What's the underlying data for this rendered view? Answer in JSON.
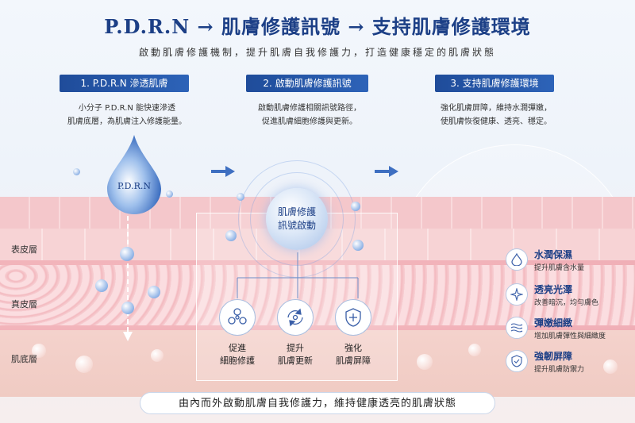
{
  "header": {
    "title": "P.D.R.N → 肌膚修護訊號 → 支持肌膚修護環境",
    "subtitle": "啟動肌膚修護機制，提升肌膚自我修護力，打造健康穩定的肌膚狀態"
  },
  "steps": [
    {
      "label": "1. P.D.R.N 滲透肌膚",
      "desc_line1": "小分子 P.D.R.N 能快速滲透",
      "desc_line2": "肌膚底層，為肌膚注入修護能量。"
    },
    {
      "label": "2. 啟動肌膚修護訊號",
      "desc_line1": "啟動肌膚修護相關訊號路徑，",
      "desc_line2": "促進肌膚細胞修護與更新。"
    },
    {
      "label": "3. 支持肌膚修護環境",
      "desc_line1": "強化肌膚屏障，維持水潤彈嫩，",
      "desc_line2": "使肌膚恢復健康、透亮、穩定。"
    }
  ],
  "drop_label": "P.D.R.N",
  "layers": [
    "表皮層",
    "真皮層",
    "肌底層"
  ],
  "signal": {
    "line1": "肌膚修護",
    "line2": "訊號啟動"
  },
  "actions": [
    {
      "icon": "cells-icon",
      "line1": "促進",
      "line2": "細胞修護"
    },
    {
      "icon": "renew-cycle-icon",
      "line1": "提升",
      "line2": "肌膚更新"
    },
    {
      "icon": "shield-plus-icon",
      "line1": "強化",
      "line2": "肌膚屏障"
    }
  ],
  "benefits": [
    {
      "icon": "water-drop-icon",
      "title": "水潤保濕",
      "sub": "提升肌膚含水量"
    },
    {
      "icon": "sparkle-icon",
      "title": "透亮光澤",
      "sub": "改善暗沉，均勻膚色"
    },
    {
      "icon": "wave-lines-icon",
      "title": "彈嫩細緻",
      "sub": "增加肌膚彈性與細緻度"
    },
    {
      "icon": "shield-check-icon",
      "title": "強韌屏障",
      "sub": "提升肌膚防禦力"
    }
  ],
  "footer": "由內而外啟動肌膚自我修護力，維持健康透亮的肌膚狀態",
  "colors": {
    "primary": "#1c3f86",
    "pill": "#2656a6",
    "skin": "#f3b6bc"
  }
}
